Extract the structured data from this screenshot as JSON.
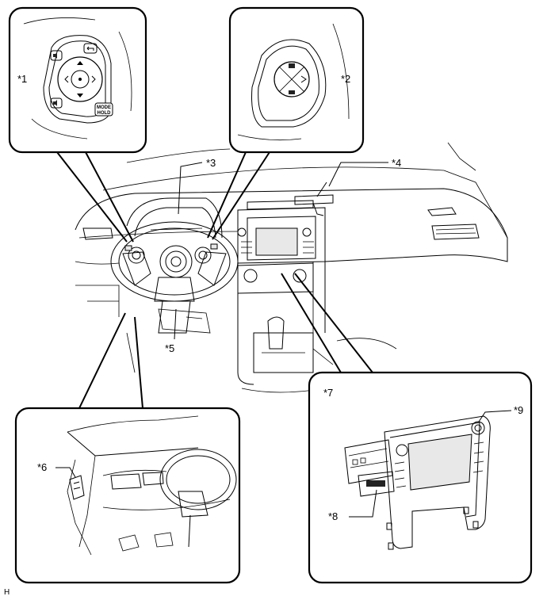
{
  "callouts": {
    "c1": "*1",
    "c2": "*2",
    "c3": "*3",
    "c4": "*4",
    "c5": "*5",
    "c6": "*6",
    "c7": "*7",
    "c8": "*8",
    "c9": "*9"
  },
  "switch_text": {
    "mode": "MODE",
    "hold": "HOLD"
  },
  "corner_mark": "H"
}
